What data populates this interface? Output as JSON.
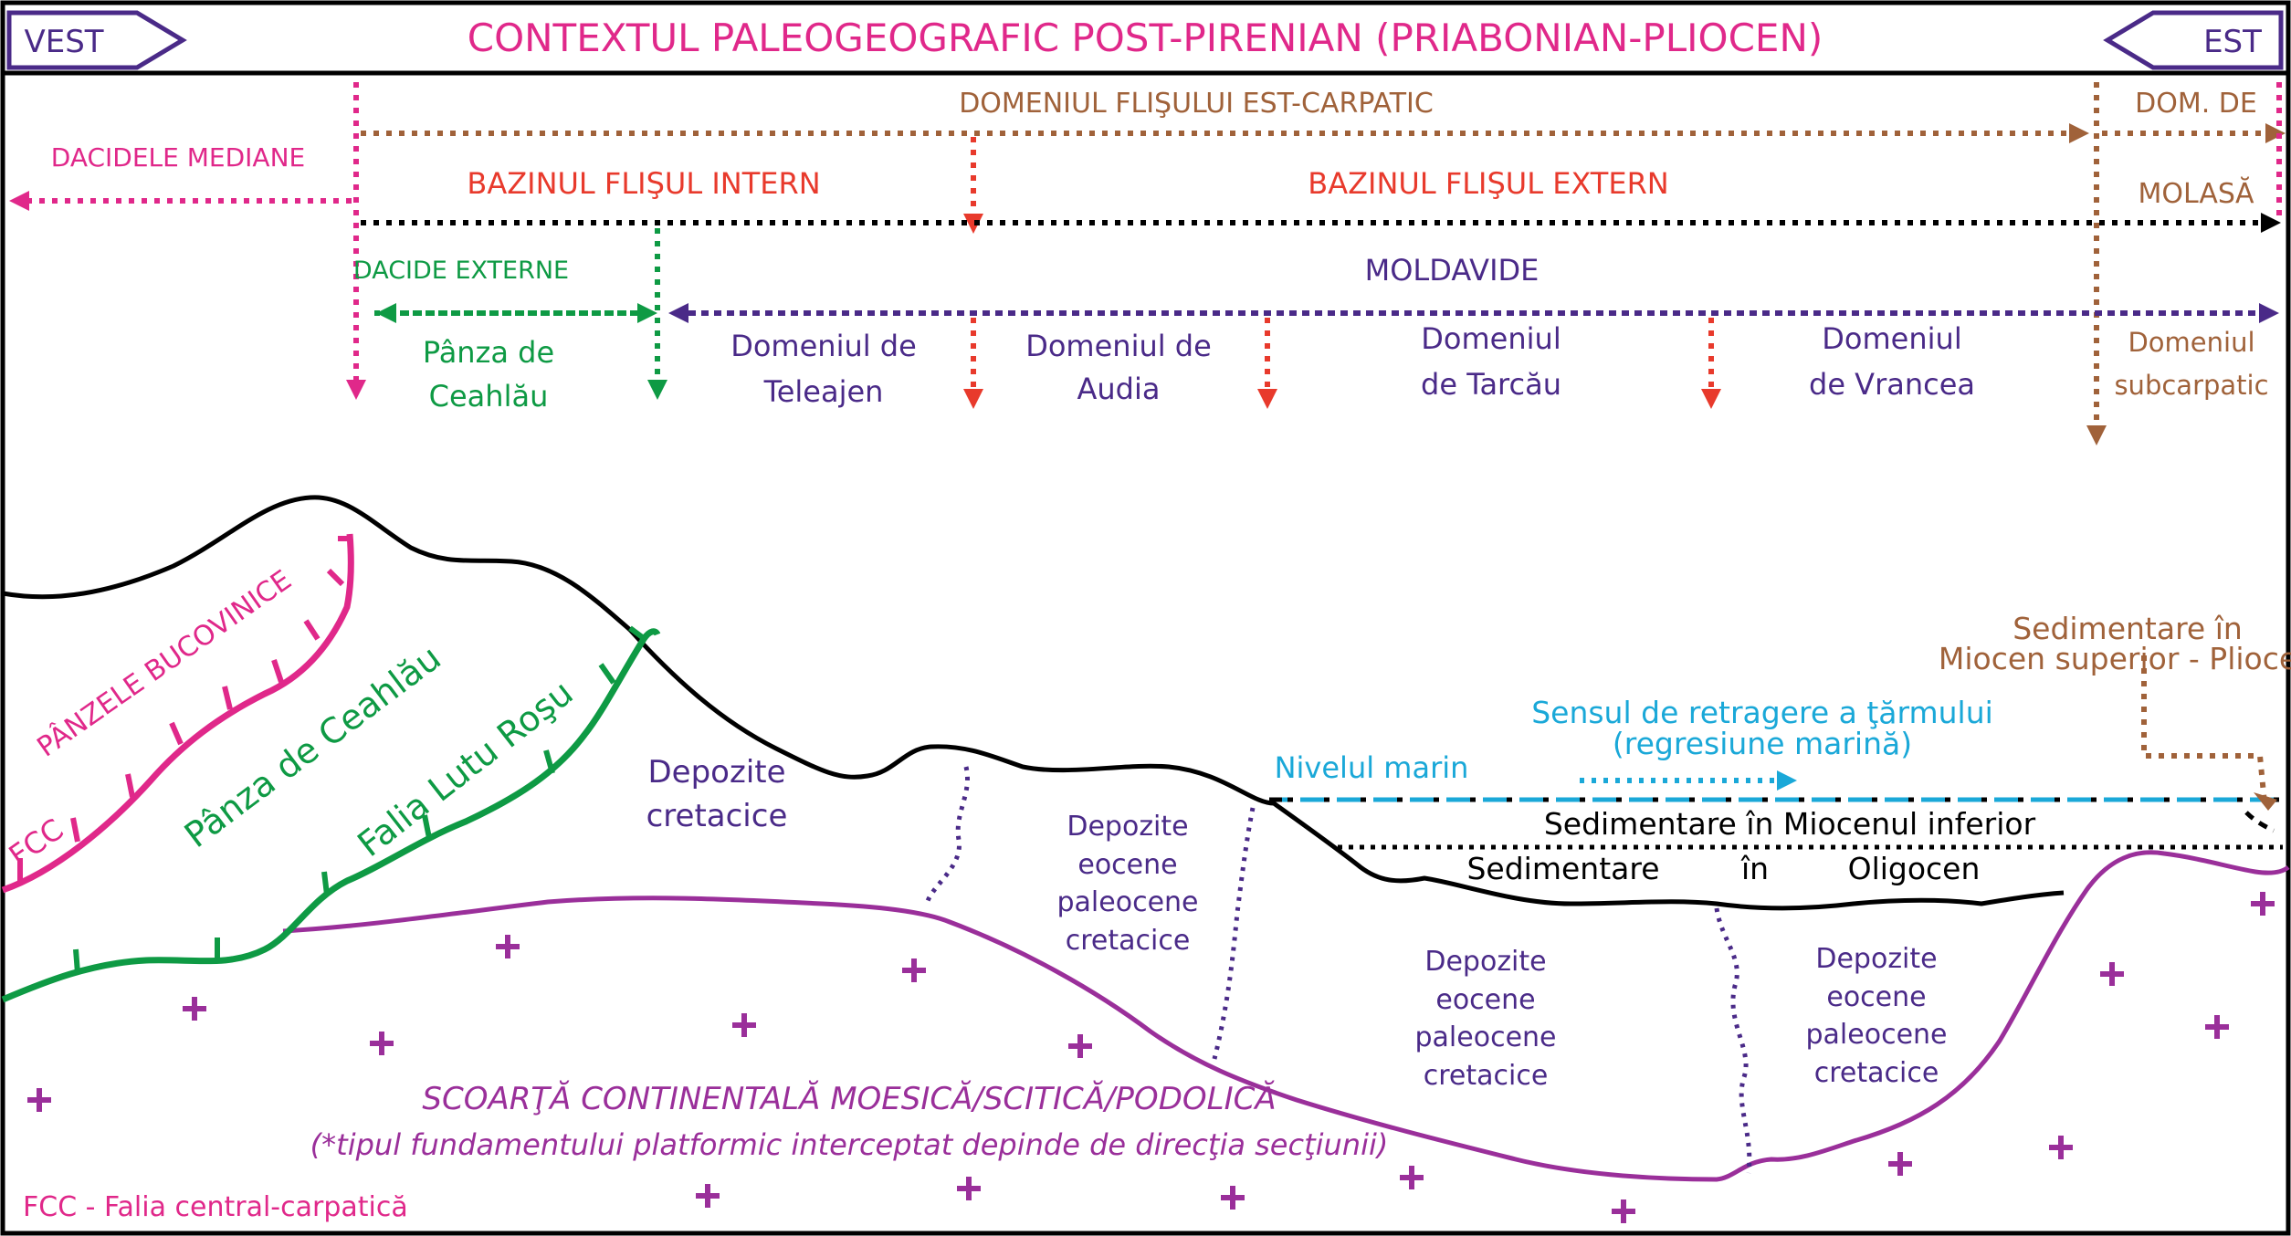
{
  "header": {
    "title": "CONTEXTUL PALEOGEOGRAFIC POST-PIRENIAN (PRIABONIAN-PLIOCEN)",
    "west": "VEST",
    "east": "EST"
  },
  "domains": {
    "dacidele_mediane": "DACIDELE MEDIANE",
    "flis_est_carpatic": "DOMENIUL FLIŞULUI EST-CARPATIC",
    "dom_de": "DOM. DE",
    "molasa": "MOLASĂ",
    "bazinul_intern": "BAZINUL FLIŞUL INTERN",
    "bazinul_extern": "BAZINUL FLIŞUL EXTERN",
    "dacide_externe": "DACIDE EXTERNE",
    "moldavide": "MOLDAVIDE"
  },
  "units": {
    "ceahlau_line1": "Pânza de",
    "ceahlau_line2": "Ceahlău",
    "teleajen_line1": "Domeniul de",
    "teleajen_line2": "Teleajen",
    "audia_line1": "Domeniul de",
    "audia_line2": "Audia",
    "tarcau_line1": "Domeniul",
    "tarcau_line2": "de Tarcău",
    "vrancea_line1": "Domeniul",
    "vrancea_line2": "de Vrancea",
    "subcarpatic_line1": "Domeniul",
    "subcarpatic_line2": "subcarpatic"
  },
  "section": {
    "panzele_bucovinice": "PÂNZELE BUCOVINICE",
    "fcc": "FCC",
    "panza_ceahlau": "Pânza de Ceahlău",
    "falia_lutu_rosu": "Falia Lutu Roşu",
    "depozite_cretacice_1": "Depozite",
    "depozite_cretacice_2": "cretacice",
    "dep_a1": "Depozite",
    "dep_a2": "eocene",
    "dep_a3": "paleocene",
    "dep_a4": "cretacice",
    "dep_b1": "Depozite",
    "dep_b2": "eocene",
    "dep_b3": "paleocene",
    "dep_b4": "cretacice",
    "dep_c1": "Depozite",
    "dep_c2": "eocene",
    "dep_c3": "paleocene",
    "dep_c4": "cretacice",
    "nivelul_marin": "Nivelul marin",
    "retragere_line1": "Sensul de retragere a ţărmului",
    "retragere_line2": "(regresiune marină)",
    "sed_mio_sup_line1": "Sedimentare în",
    "sed_mio_sup_line2": "Miocen superior - Pliocen",
    "sed_mio_inf": "Sedimentare în Miocenul inferior",
    "sed_olig_1": "Sedimentare",
    "sed_olig_2": "în",
    "sed_olig_3": "Oligocen",
    "scoarta": "SCOARŢĂ CONTINENTALĂ MOESICĂ/SCITICĂ/PODOLICĂ",
    "scoarta_note": "(*tipul fundamentului platformic interceptat depinde de direcţia secţiunii)",
    "legend_fcc": "FCC - Falia central-carpatică"
  },
  "colors": {
    "magenta": "#e0288a",
    "brown": "#a0623a",
    "red": "#e83a2c",
    "green": "#0e9a44",
    "purple": "#4a2a88",
    "blue": "#1aa8d8",
    "crust": "#9a2f9a"
  }
}
